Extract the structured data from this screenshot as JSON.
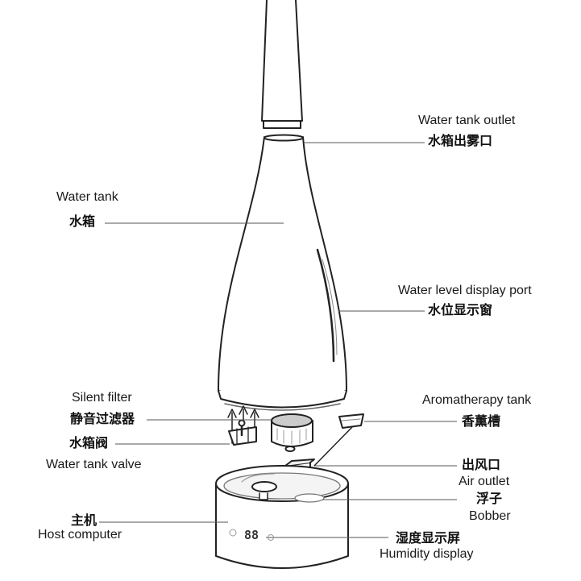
{
  "labels": {
    "water_tank_outlet": {
      "en": "Water tank outlet",
      "cn": "水箱出雾口"
    },
    "water_tank": {
      "en": "Water tank",
      "cn": "水箱"
    },
    "water_level_display_port": {
      "en": "Water level display port",
      "cn": "水位显示窗"
    },
    "silent_filter": {
      "en": "Silent filter",
      "cn": "静音过滤器"
    },
    "aromatherapy_tank": {
      "en": "Aromatherapy tank",
      "cn": "香薰槽"
    },
    "water_tank_valve": {
      "en": "Water tank valve",
      "cn": "水箱阀"
    },
    "air_outlet": {
      "en": "Air outlet",
      "cn": "出风口"
    },
    "bobber": {
      "en": "Bobber",
      "cn": "浮子"
    },
    "host_computer": {
      "en": "Host computer",
      "cn": "主机"
    },
    "humidity_display": {
      "en": "Humidity display",
      "cn": "湿度显示屏",
      "digits": "88"
    }
  }
}
